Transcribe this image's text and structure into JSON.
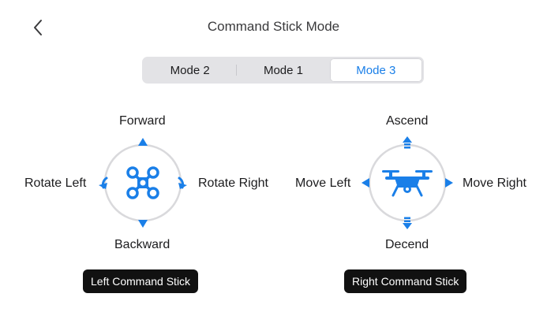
{
  "header": {
    "title": "Command Stick Mode"
  },
  "mode_tabs": [
    {
      "label": "Mode 2",
      "active": false
    },
    {
      "label": "Mode 1",
      "active": false
    },
    {
      "label": "Mode 3",
      "active": true
    }
  ],
  "left_stick": {
    "up": "Forward",
    "down": "Backward",
    "left": "Rotate Left",
    "right": "Rotate Right",
    "caption": "Left Command Stick",
    "center_icon": "quadcopter-top-icon"
  },
  "right_stick": {
    "up": "Ascend",
    "down": "Decend",
    "left": "Move Left",
    "right": "Move Right",
    "caption": "Right Command Stick",
    "center_icon": "drone-side-icon"
  },
  "colors": {
    "accent": "#1a7fe8",
    "ring": "#d9d9dc",
    "caption_bg": "#111111"
  }
}
